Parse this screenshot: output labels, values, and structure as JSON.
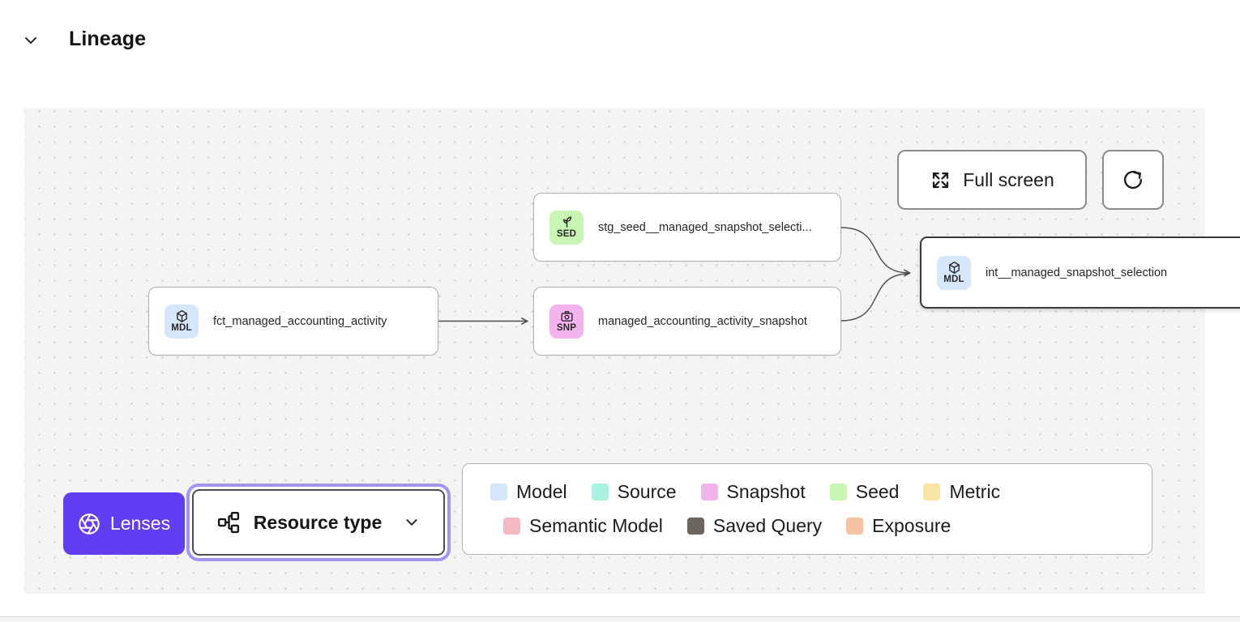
{
  "header": {
    "title": "Lineage"
  },
  "canvas": {
    "fullscreen_button": {
      "label": "Full screen"
    },
    "nodes": [
      {
        "code": "SED",
        "label": "stg_seed__managed_snapshot_selecti...",
        "type": "seed",
        "badge_color": "#c9f5b4"
      },
      {
        "code": "MDL",
        "label": "fct_managed_accounting_activity",
        "type": "model",
        "badge_color": "#d6e7fb"
      },
      {
        "code": "SNP",
        "label": "managed_accounting_activity_snapshot",
        "type": "snapshot",
        "badge_color": "#f3b3ec"
      },
      {
        "code": "MDL",
        "label": "int__managed_snapshot_selection",
        "type": "model",
        "badge_color": "#d6e7fb",
        "selected": true
      }
    ],
    "lenses_button": {
      "label": "Lenses",
      "color": "#613ef2"
    },
    "resource_type_dropdown": {
      "label": "Resource type"
    },
    "legend": {
      "row1": [
        {
          "label": "Model",
          "color": "#d6e7fb"
        },
        {
          "label": "Source",
          "color": "#a9f2e0"
        },
        {
          "label": "Snapshot",
          "color": "#f0b4ea"
        },
        {
          "label": "Seed",
          "color": "#c9f5b4"
        },
        {
          "label": "Metric",
          "color": "#f7e5a4"
        }
      ],
      "row2": [
        {
          "label": "Semantic Model",
          "color": "#f4b7c3"
        },
        {
          "label": "Saved Query",
          "color": "#6b6660"
        },
        {
          "label": "Exposure",
          "color": "#f6c3a4"
        }
      ]
    }
  }
}
